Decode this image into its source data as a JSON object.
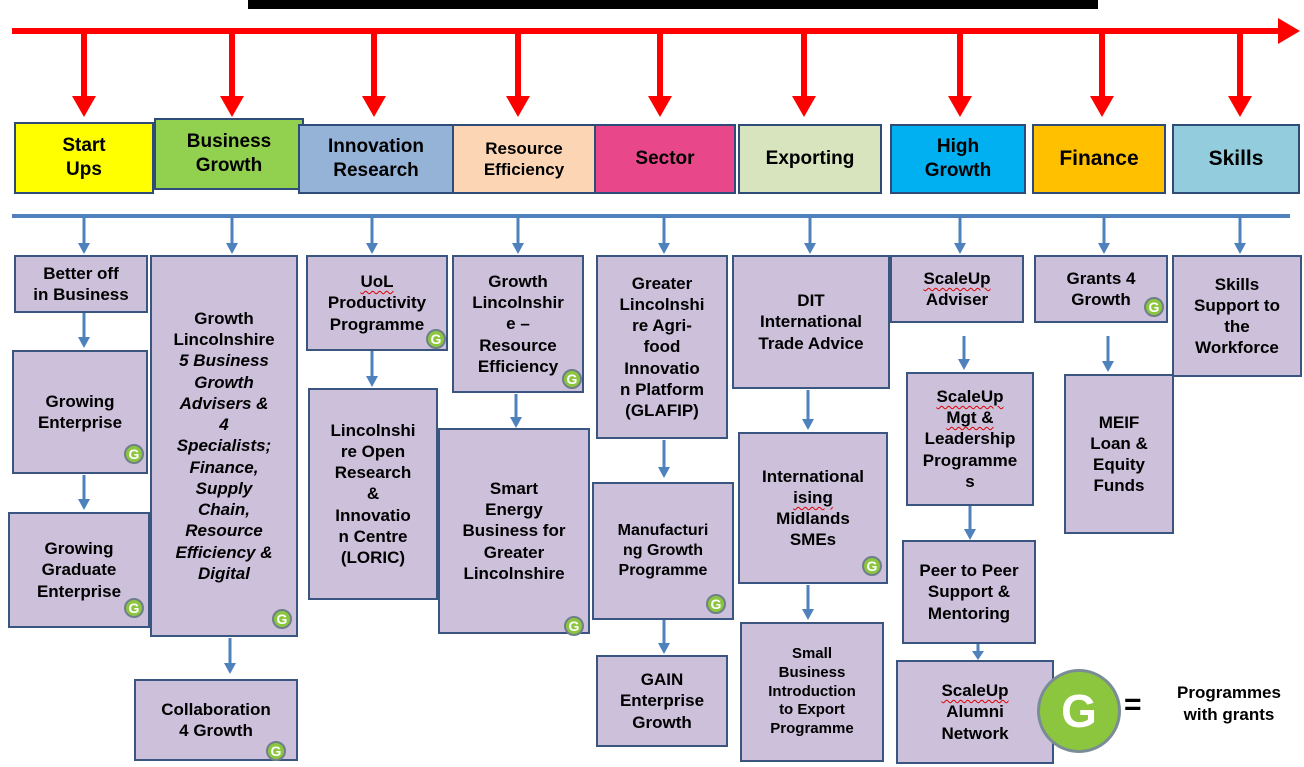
{
  "categories": [
    {
      "key": "startups",
      "lines": [
        "Start",
        "Ups"
      ],
      "color": "#ffff00"
    },
    {
      "key": "business-growth",
      "lines": [
        "Business",
        "Growth"
      ],
      "color": "#92d050"
    },
    {
      "key": "innovation",
      "lines": [
        "Innovation",
        "Research"
      ],
      "color": "#95b3d7"
    },
    {
      "key": "resource",
      "lines": [
        "Resource",
        "Efficiency"
      ],
      "color": "#fcd5b5"
    },
    {
      "key": "sector",
      "lines": [
        "Sector"
      ],
      "color": "#e8488a"
    },
    {
      "key": "exporting",
      "lines": [
        "Exporting"
      ],
      "color": "#d7e4bd"
    },
    {
      "key": "high-growth",
      "lines": [
        "High",
        "Growth"
      ],
      "color": "#00b0f0"
    },
    {
      "key": "finance",
      "lines": [
        "Finance"
      ],
      "color": "#ffc000"
    },
    {
      "key": "skills",
      "lines": [
        "Skills"
      ],
      "color": "#93cddd"
    }
  ],
  "items": {
    "better_off": [
      "Better off",
      "in Business"
    ],
    "growing_enterprise": [
      "Growing",
      "Enterprise"
    ],
    "growing_graduate": [
      "Growing",
      "Graduate",
      "Enterprise"
    ],
    "growth_lincs": [
      "Growth",
      "Lincolnshire",
      "5 Business",
      "Growth",
      "Advisers &",
      "4",
      "Specialists;",
      "Finance,",
      "Supply",
      "Chain,",
      "Resource",
      "Efficiency &",
      "Digital"
    ],
    "collaboration": [
      "Collaboration",
      "4 Growth"
    ],
    "uol": [
      "UoL",
      "Productivity",
      "Programme"
    ],
    "loric": [
      "Lincolnshi",
      "re Open",
      "Research",
      "&",
      "Innovatio",
      "n Centre",
      "(LORIC)"
    ],
    "growth_lincs_re": [
      "Growth",
      "Lincolnshir",
      "e –",
      "Resource",
      "Efficiency"
    ],
    "smart_energy": [
      "Smart",
      "Energy",
      "Business for",
      "Greater",
      "Lincolnshire"
    ],
    "glafip": [
      "Greater",
      "Lincolnshi",
      "re Agri-",
      "food",
      "Innovatio",
      "n Platform",
      "(GLAFIP)"
    ],
    "manufacturing": [
      "Manufacturi",
      "ng Growth",
      "Programme"
    ],
    "gain": [
      "GAIN",
      "Enterprise",
      "Growth"
    ],
    "dit": [
      "DIT",
      "International",
      "Trade Advice"
    ],
    "internationalising": [
      "International",
      "ising",
      "Midlands",
      "SMEs"
    ],
    "small_business": [
      "Small",
      "Business",
      "Introduction",
      "to  Export",
      "Programme"
    ],
    "scaleup_adviser": [
      "ScaleUp",
      "Adviser"
    ],
    "scaleup_mgt": [
      "ScaleUp",
      "Mgt &",
      "Leadership",
      "Programme",
      "s"
    ],
    "peer": [
      "Peer to Peer",
      "Support &",
      "Mentoring"
    ],
    "alumni": [
      "ScaleUp",
      "Alumni",
      "Network"
    ],
    "grants4growth": [
      "Grants 4",
      "Growth"
    ],
    "meif": [
      "MEIF",
      "Loan &",
      "Equity",
      "Funds"
    ],
    "skills_support": [
      "Skills",
      "Support to",
      "the",
      "Workforce"
    ]
  },
  "grant_badge": "G",
  "legend": {
    "symbol": "G",
    "equals": "=",
    "text": [
      "Programmes",
      "with grants"
    ]
  },
  "colors": {
    "arrow_red": "#ff0000",
    "arrow_blue": "#4f81bd",
    "item_fill": "#ccc0da",
    "grant_green": "#8cc63e"
  }
}
